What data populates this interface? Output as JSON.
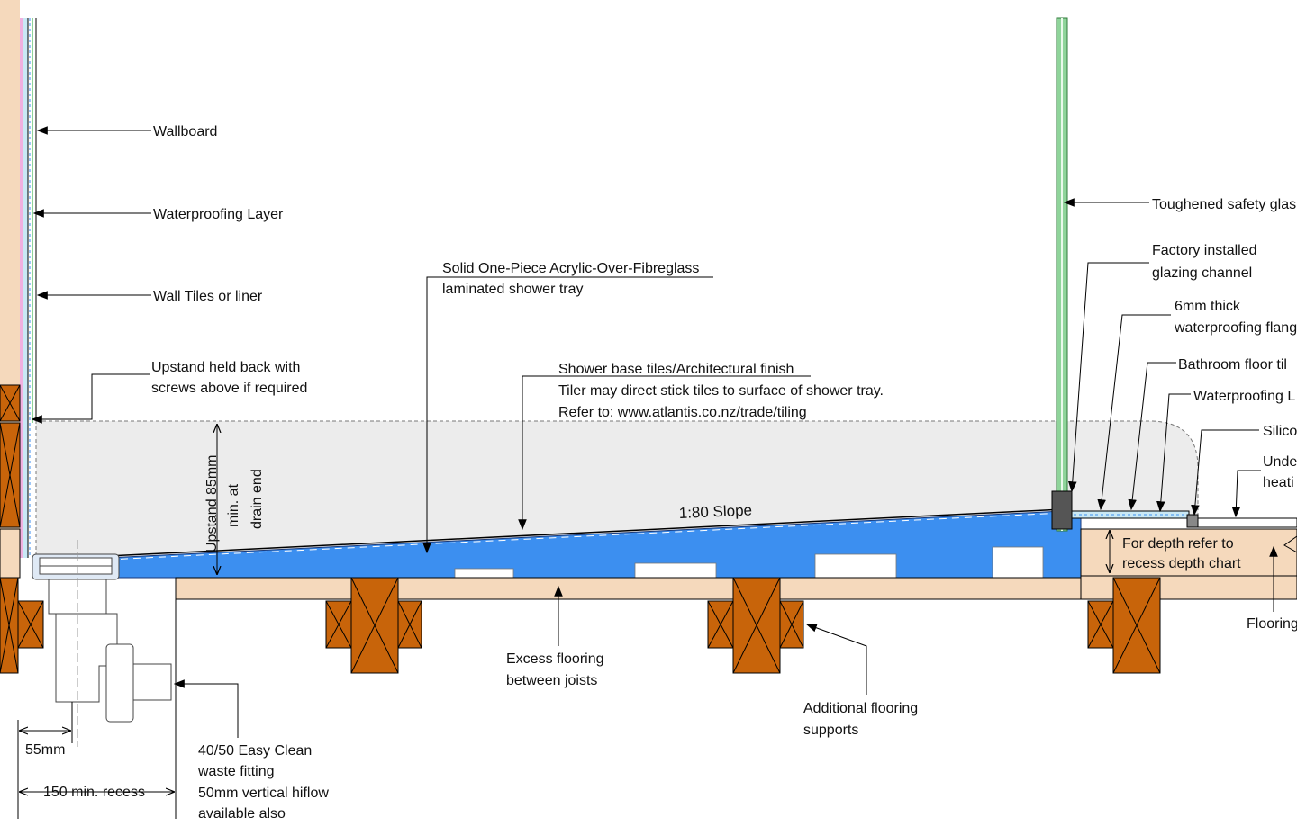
{
  "labels": {
    "wallboard": "Wallboard",
    "waterproofing_layer": "Waterproofing Layer",
    "wall_tiles": "Wall Tiles or liner",
    "upstand_1": "Upstand held back with",
    "upstand_2": "screws above if required",
    "tray_1": "Solid One-Piece Acrylic-Over-Fibreglass",
    "tray_2": "laminated shower tray",
    "tiles_1": "Shower base tiles/Architectural finish",
    "tiles_2": "Tiler may direct stick tiles to surface of shower tray.",
    "tiles_3": "Refer to: www.atlantis.co.nz/trade/tiling",
    "slope": "1:80 Slope",
    "upstand_dim_1": "Upstand 85mm",
    "upstand_dim_2": "min. at",
    "upstand_dim_3": "drain end",
    "glass": "Toughened safety glas",
    "channel_1": "Factory installed",
    "channel_2": "glazing channel",
    "flange_1": "6mm thick",
    "flange_2": "waterproofing flang",
    "floor_tiles": "Bathroom floor til",
    "wp_right": "Waterproofing L",
    "silicone": "Silico",
    "underfloor_1": "Unde",
    "underfloor_2": "heati",
    "depth_1": "For depth refer to",
    "depth_2": "recess depth chart",
    "flooring": "Flooring",
    "excess_1": "Excess flooring",
    "excess_2": "between joists",
    "supports_1": "Additional flooring",
    "supports_2": "supports",
    "waste_1": "40/50 Easy Clean",
    "waste_2": "waste fitting",
    "waste_3": "50mm vertical hiflow",
    "waste_4": "available also",
    "dim_55": "55mm",
    "dim_150": "150 min. recess"
  },
  "colors": {
    "tray_blue": "#3c8ff0",
    "timber": "#c8640a",
    "board": "#f5d9bc",
    "upstand_fill": "#ececec",
    "glass_green": "#8fd49a"
  }
}
